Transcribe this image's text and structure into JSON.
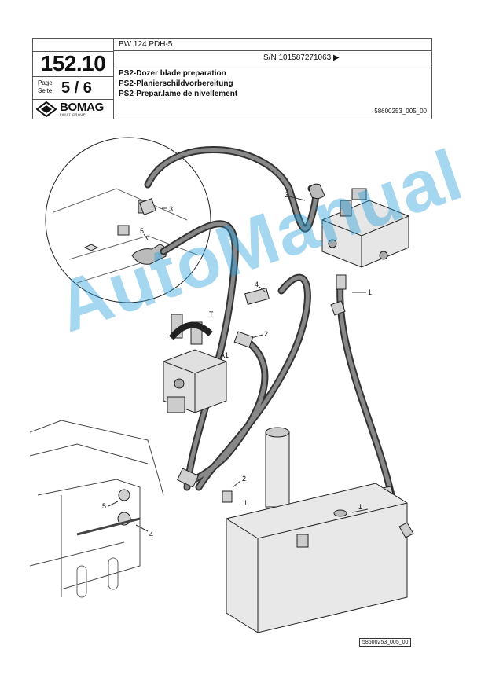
{
  "header": {
    "code": "152.10",
    "page_label_top": "Page",
    "page_label_bottom": "Seite",
    "page_value": "5 / 6",
    "model": "BW 124 PDH-5",
    "serial": "S/N 101587271063 ▶",
    "titles": [
      "PS2-Dozer blade preparation",
      "PS2-Planierschildvorbereitung",
      "PS2-Prepar.lame de nivellement"
    ],
    "doc_ref": "58600253_005_00"
  },
  "logo": {
    "word": "BOMAG",
    "sub": "FAYAT GROUP"
  },
  "figure": {
    "callouts": [
      "1",
      "1",
      "1",
      "2",
      "2",
      "3",
      "3",
      "4",
      "4",
      "5",
      "5"
    ],
    "port_labels": [
      "T",
      "A1"
    ],
    "reference": "58600253_005_00"
  },
  "watermark": "AutoManual"
}
